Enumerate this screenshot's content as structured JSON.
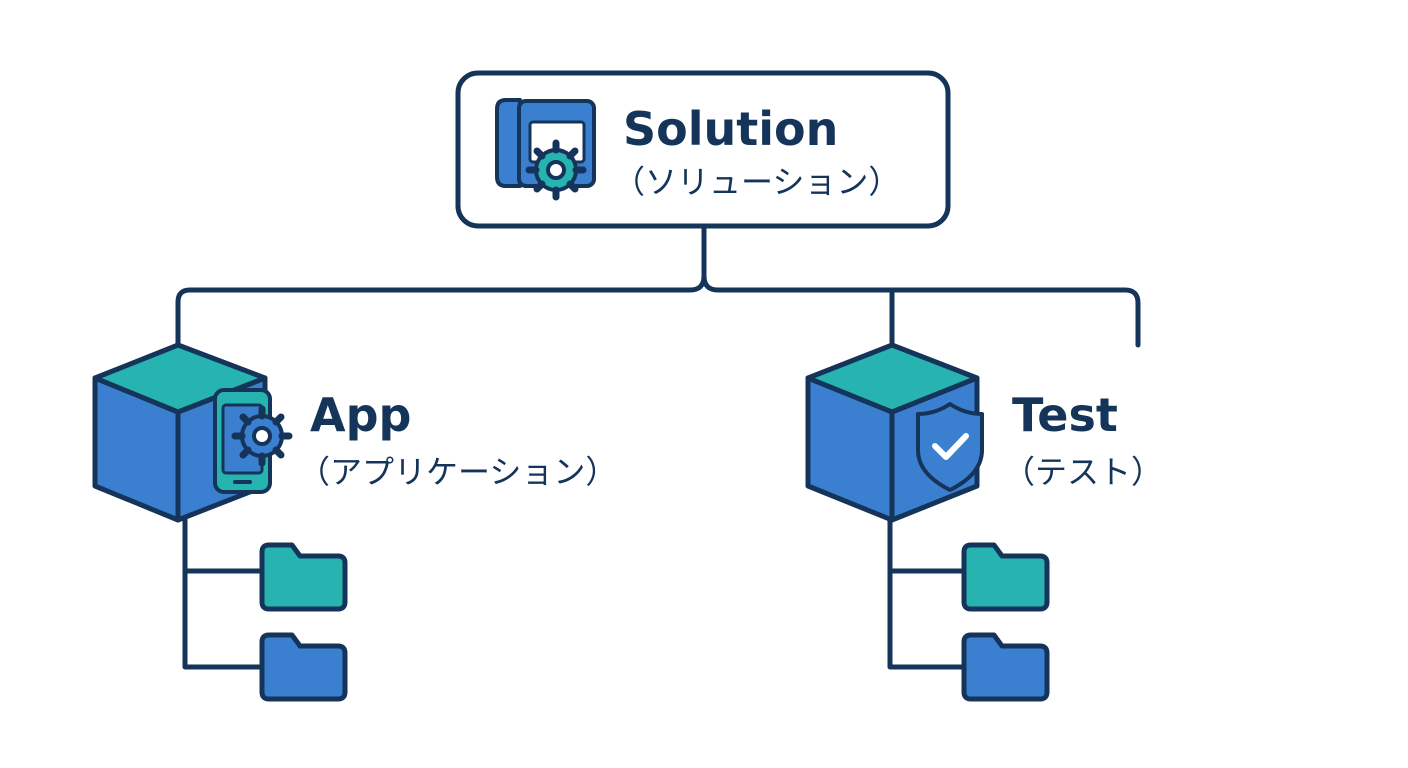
{
  "colors": {
    "outline": "#15345a",
    "blue": "#3b7fd0",
    "teal": "#27b3b0",
    "background": "#ffffff"
  },
  "root": {
    "title": "Solution",
    "subtitle": "（ソリューション）",
    "icon": "solution-gear-icon"
  },
  "children": [
    {
      "title": "App",
      "subtitle": "（アプリケーション）",
      "icon": "mobile-gear-icon",
      "folders": [
        "folder-icon",
        "folder-icon"
      ]
    },
    {
      "title": "Test",
      "subtitle": "（テスト）",
      "icon": "shield-check-icon",
      "folders": [
        "folder-icon",
        "folder-icon"
      ]
    }
  ]
}
